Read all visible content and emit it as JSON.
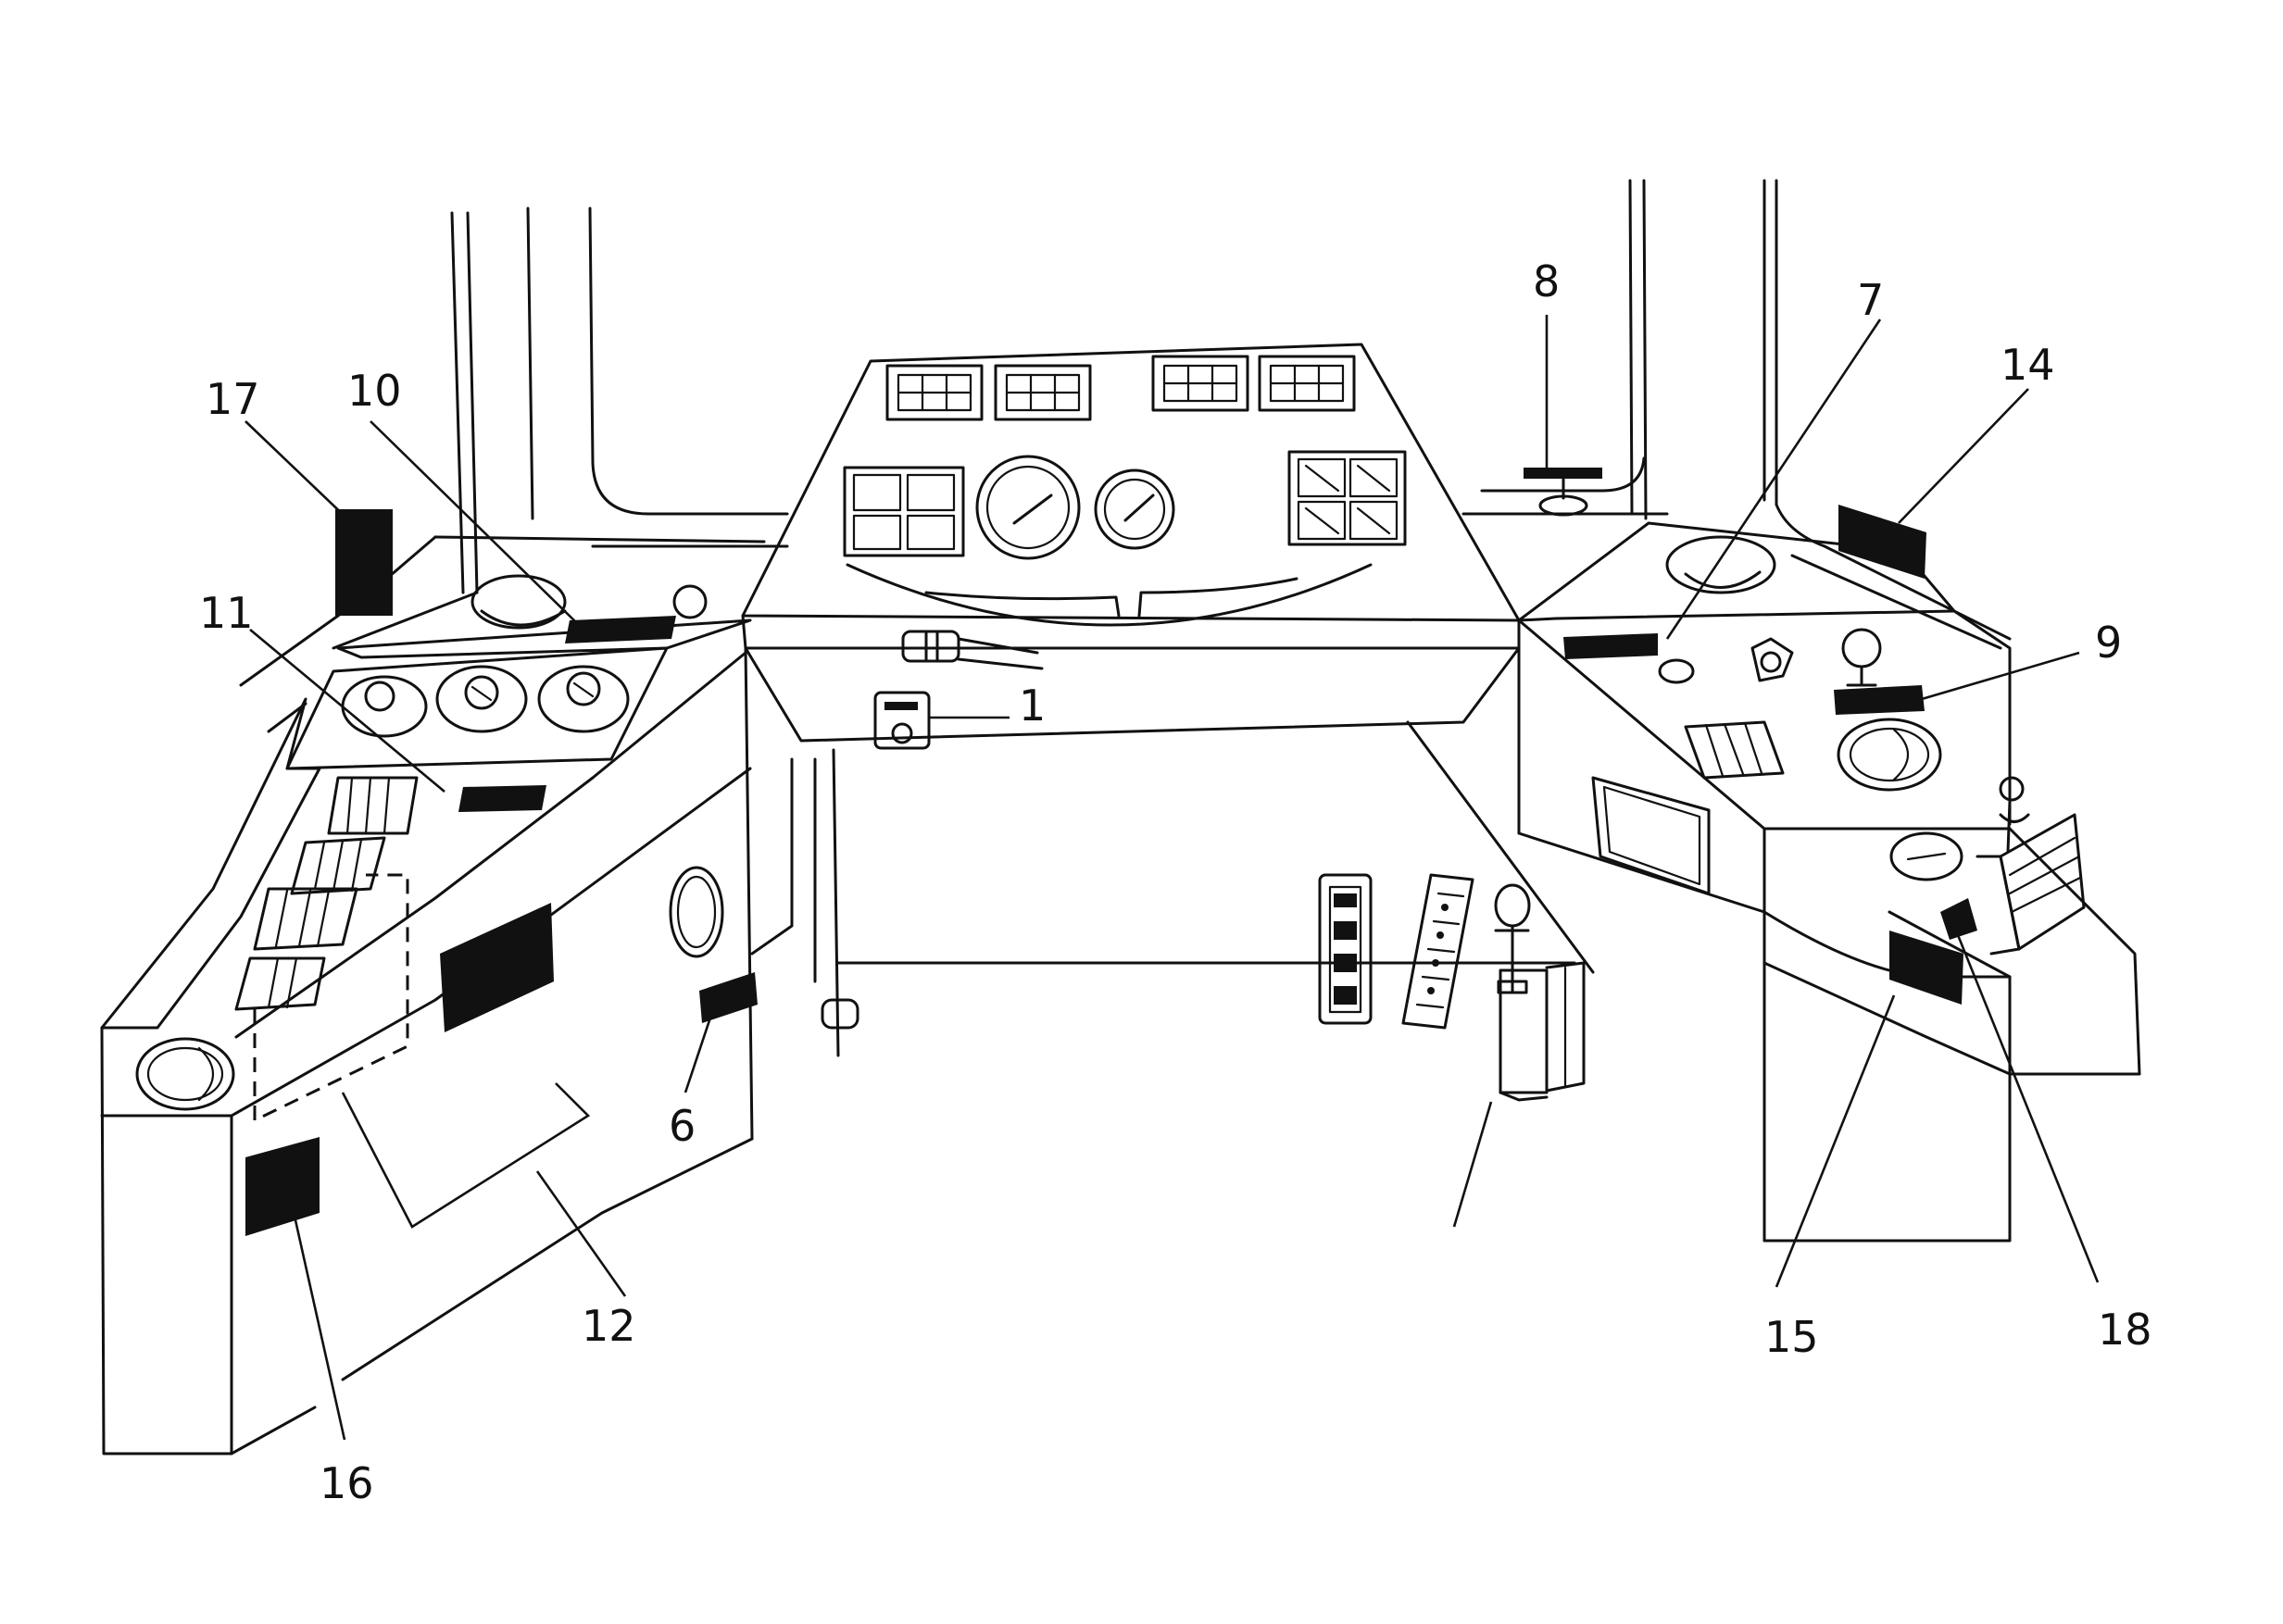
{
  "callouts": {
    "c1": "1",
    "c6": "6",
    "c7": "7",
    "c8": "8",
    "c9": "9",
    "c10": "10",
    "c11": "11",
    "c12": "12",
    "c14": "14",
    "c15": "15",
    "c16": "16",
    "c17": "17",
    "c18": "18"
  },
  "colors": {
    "line": "#111111",
    "background": "#ffffff"
  }
}
